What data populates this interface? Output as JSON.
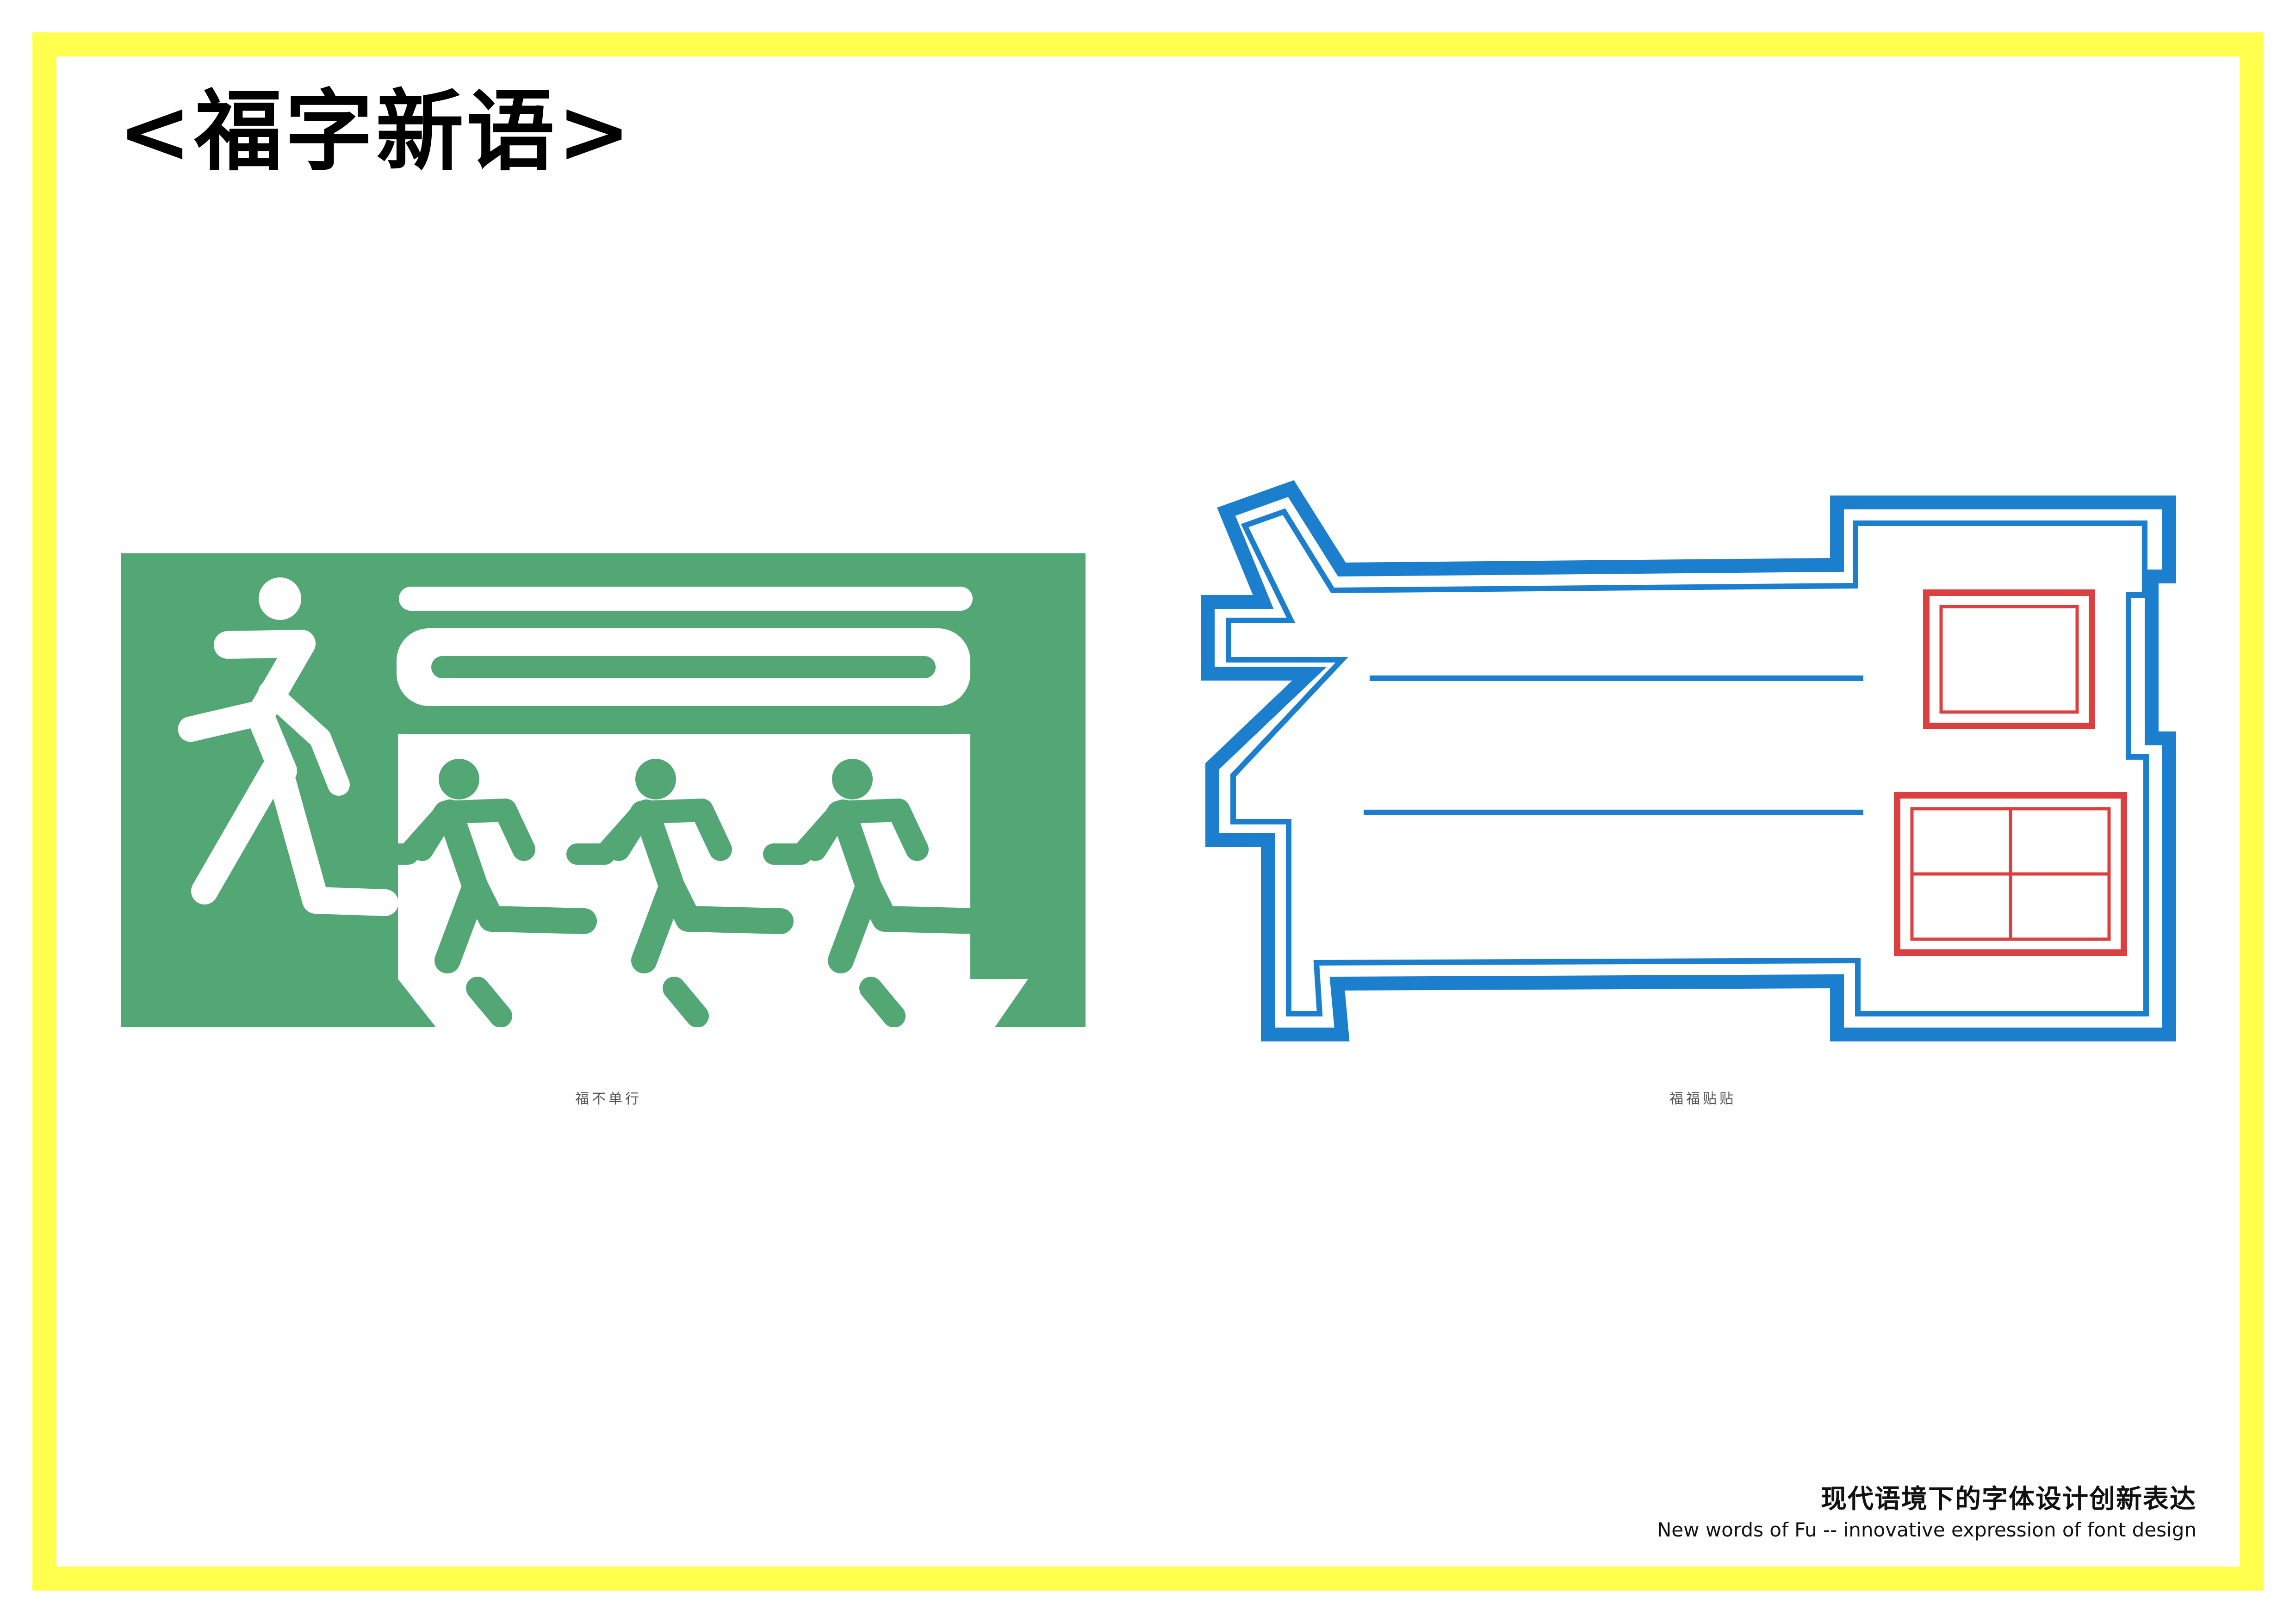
{
  "page": {
    "title": "<福字新语>",
    "frame_color": "#ffff4d"
  },
  "artworks": [
    {
      "caption": "福不单行",
      "colors": {
        "background": "#53a775",
        "figure": "#ffffff"
      },
      "icons": [
        "running-figure-icon"
      ]
    },
    {
      "caption": "福福贴贴",
      "colors": {
        "outline": "#1b7fcd",
        "accent": "#db4040"
      }
    }
  ],
  "footer": {
    "cn": "现代语境下的字体设计创新表达",
    "en": "New words of Fu -- innovative expression of font design"
  }
}
